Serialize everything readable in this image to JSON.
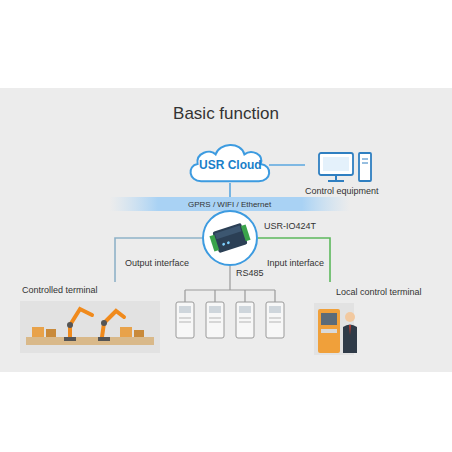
{
  "diagram": {
    "title": "Basic function",
    "nodes": [
      {
        "text": [
          "USR Cloud"
        ]
      },
      {
        "text": [
          "Control equipment"
        ]
      },
      {
        "text": [
          "GPRS / WIFI / Ethernet"
        ]
      },
      {
        "text": [
          "USR-IO424T"
        ]
      },
      {
        "text": [
          "Controlled terminal"
        ]
      },
      {
        "text": [
          "Local control terminal"
        ]
      }
    ],
    "edges": [
      {
        "from": 0,
        "to": 1,
        "arrow": "none"
      },
      {
        "from": 0,
        "to": 2,
        "arrow": "none"
      },
      {
        "from": 2,
        "to": 3,
        "arrow": "none"
      },
      {
        "from": 3,
        "to": 4,
        "label": "Output interface",
        "arrow": "none"
      },
      {
        "from": 3,
        "to": 5,
        "label": "Input interface",
        "arrow": "none"
      }
    ],
    "labels": [
      "RS485"
    ]
  }
}
